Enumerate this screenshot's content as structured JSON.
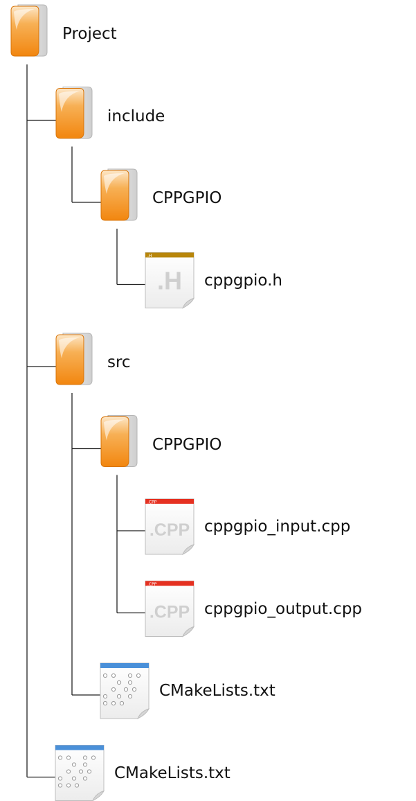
{
  "tree": {
    "label": "Project",
    "icon": "folder-icon",
    "children": [
      {
        "label": "include",
        "icon": "folder-icon",
        "children": [
          {
            "label": "CPPGPIO",
            "icon": "folder-icon",
            "children": [
              {
                "label": "cppgpio.h",
                "icon": "h-file-icon",
                "badge": ".H",
                "big": ".H"
              }
            ]
          }
        ]
      },
      {
        "label": "src",
        "icon": "folder-icon",
        "children": [
          {
            "label": "CPPGPIO",
            "icon": "folder-icon",
            "children": [
              {
                "label": "cppgpio_input.cpp",
                "icon": "cpp-file-icon",
                "badge": ".CPP",
                "big": ".CPP"
              },
              {
                "label": "cppgpio_output.cpp",
                "icon": "cpp-file-icon",
                "badge": ".CPP",
                "big": ".CPP"
              }
            ]
          },
          {
            "label": "CMakeLists.txt",
            "icon": "text-file-icon"
          }
        ]
      },
      {
        "label": "CMakeLists.txt",
        "icon": "text-file-icon"
      }
    ]
  },
  "colors": {
    "folder_orange": "#f39a1c",
    "folder_light": "#ffd9a6",
    "h_badge": "#b8860b",
    "cpp_badge": "#e53020",
    "txt_badge": "#4a90d9",
    "connector": "#222222"
  }
}
